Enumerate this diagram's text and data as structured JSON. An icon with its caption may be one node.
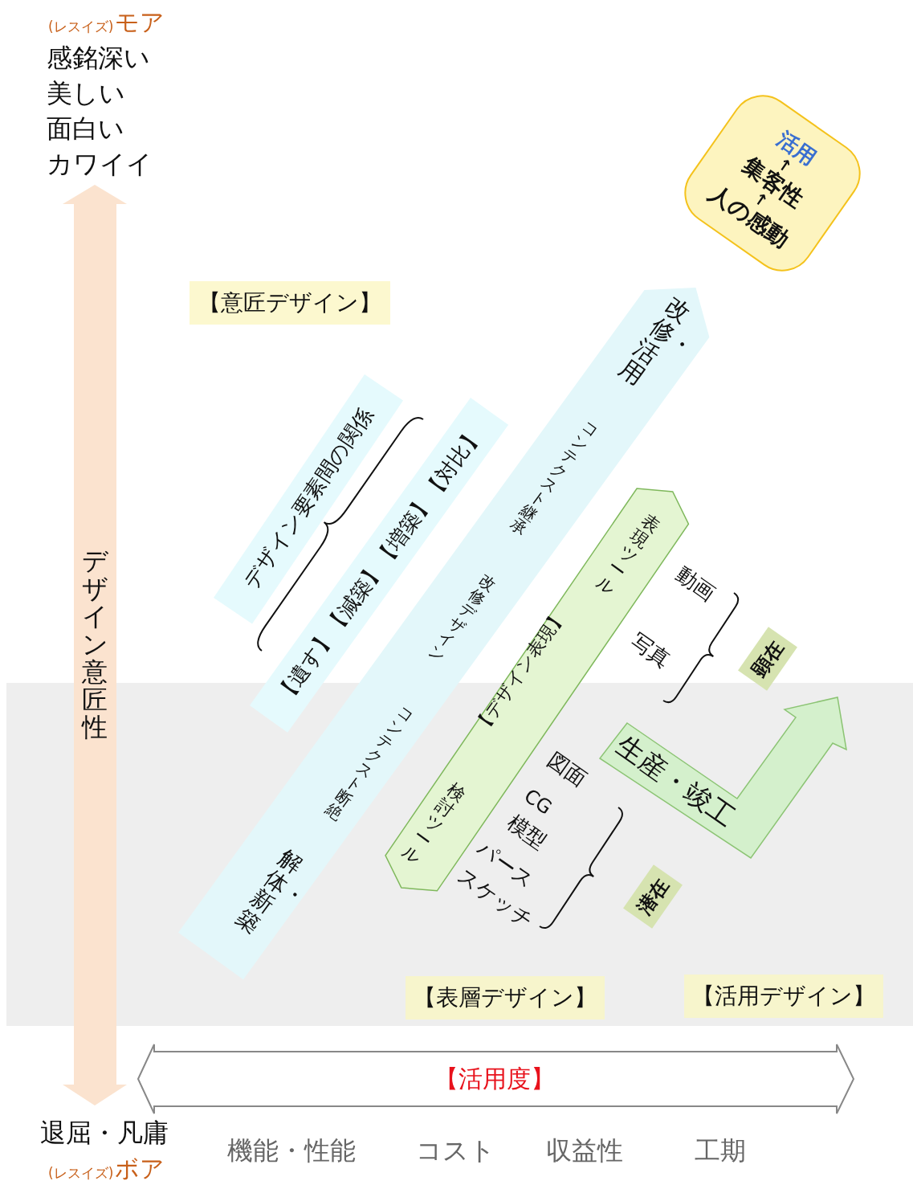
{
  "diagram": {
    "nodes": [
      {
        "text": [
          "活用",
          "↑",
          "集客性",
          "↑",
          "人の感動"
        ]
      },
      {
        "text": [
          "【意匠デザイン】"
        ]
      },
      {
        "text": [
          "デザイン要素間の関係"
        ]
      },
      {
        "text": [
          "【遺す】【減築】【増築】【対比】"
        ]
      },
      {
        "text": [
          "改修・活用",
          "コンテクスト継承",
          "改修デザイン",
          "コンテクスト断絶",
          "解体・新築"
        ]
      },
      {
        "text": [
          "表現ツール",
          "【デザイン表現】",
          "検討ツール"
        ]
      },
      {
        "text": [
          "顕在"
        ]
      },
      {
        "text": [
          "潜在"
        ]
      },
      {
        "text": [
          "生産・竣工"
        ]
      },
      {
        "text": [
          "【表層デザイン】"
        ]
      },
      {
        "text": [
          "【活用デザイン】"
        ]
      }
    ],
    "labels": [
      "(レスイズ)",
      "モア",
      "感銘深い",
      "美しい",
      "面白い",
      "カワイイ",
      "デザイン意匠性",
      "動画",
      "写真",
      "図面",
      "CG",
      "模型",
      "パース",
      "スケッチ",
      "【活用度】",
      "退屈・凡庸",
      "機能・性能",
      "コスト",
      "収益性",
      "工期",
      "(レスイズ)",
      "ボア"
    ]
  }
}
